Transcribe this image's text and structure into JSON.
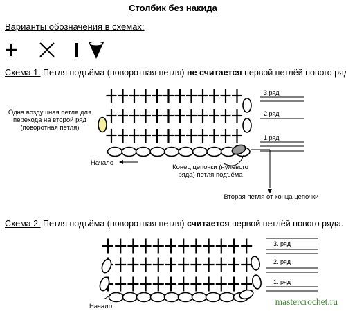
{
  "title": "Столбик без накида",
  "variants_label": "Варианты обозначения в схемах:",
  "symbols": [
    "plus-icon",
    "x-icon",
    "bar-icon",
    "cone-icon"
  ],
  "scheme1": {
    "label": "Схема 1.",
    "text_a": " Петля подъёма (поворотная петля) ",
    "text_bold": "не считается",
    "text_b": " первой петлёй нового ряда.",
    "annotation_left": "Одна воздушная петля для перехода на второй ряд (поворотная петля)",
    "start_label": "Начало",
    "chain_end_label": "Конец цепочки (нулевого ряда) петля подъёма",
    "second_loop_label": "Вторая петля от конца цепочки",
    "rows": [
      "3.ряд",
      "2.ряд",
      "1.ряд"
    ]
  },
  "scheme2": {
    "label": "Схема 2.",
    "text_a": " Петля подъёма (поворотная петля) ",
    "text_bold": "считается",
    "text_b": " первой петлёй нового ряда.",
    "start_label": "Начало",
    "rows": [
      "3. ряд",
      "2. ряд",
      "1. ряд"
    ]
  },
  "watermark": "mastercrochet.ru",
  "colors": {
    "yellow_loop": "#f4f0a0",
    "gray_loop": "#999999"
  }
}
